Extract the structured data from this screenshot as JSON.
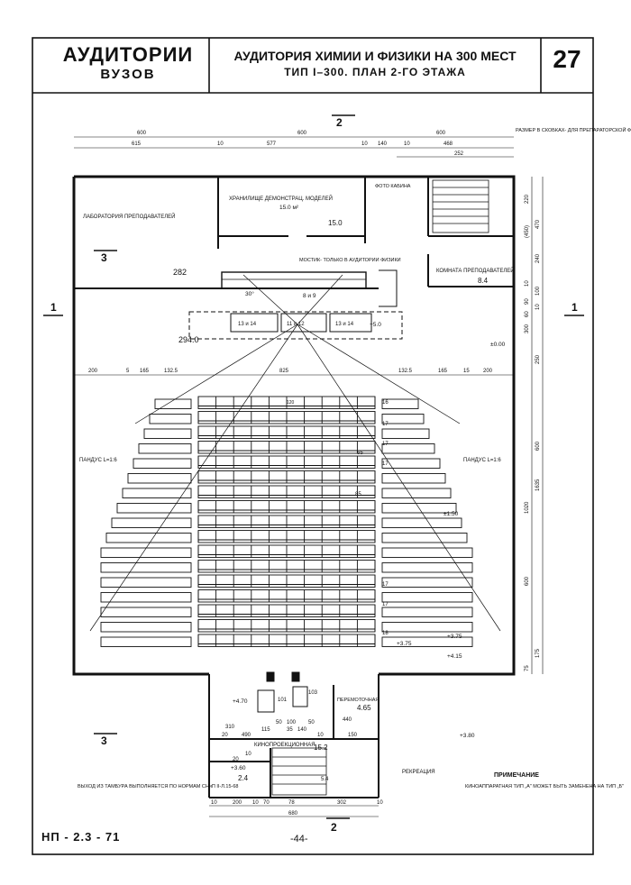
{
  "header": {
    "left_title": "АУДИТОРИИ",
    "left_subtitle": "ВУЗОВ",
    "main_title": "АУДИТОРИЯ ХИМИИ И ФИЗИКИ НА 300 МЕСТ",
    "subtitle": "ТИП I–300.   ПЛАН 2-ГО ЭТАЖА",
    "sheet_number": "27"
  },
  "footer": {
    "code": "НП - 2.3 - 71",
    "page": "-44-"
  },
  "section_marks": {
    "top": "2",
    "bottom": "2",
    "left": "1",
    "right": "1",
    "left_upper": "3",
    "left_lower": "3"
  },
  "top_note": "РАЗМЕР В СКОБКАХ- ДЛЯ ПРЕПАРАТОРСКОЙ ФИЗИ- ЧЕСКОЙ АУДИТОРИИ",
  "dimensions": {
    "top_row1": [
      "600",
      "600",
      "600"
    ],
    "top_row2": [
      "615",
      "10",
      "577",
      "10",
      "140",
      "10",
      "468"
    ],
    "top_row3": [
      "252"
    ],
    "hall_row": [
      "200",
      "5",
      "165",
      "132.5",
      "825",
      "132.5",
      "165",
      "15",
      "200"
    ],
    "right_col": [
      "220",
      "470",
      "(450)",
      "240",
      "10",
      "100",
      "90",
      "10",
      "60",
      "250",
      "300",
      "600",
      "1020",
      "1635",
      "600",
      "175",
      "75"
    ],
    "bottom_row1": [
      "10",
      "200",
      "10",
      "70",
      "78",
      "302",
      "10"
    ],
    "bottom_row2": [
      "680"
    ],
    "booth": [
      "490",
      "10",
      "150",
      "115",
      "35",
      "140",
      "50",
      "100",
      "50",
      "310",
      "440",
      "20",
      "10",
      "20"
    ]
  },
  "rooms": {
    "lab": "ЛАБОРАТОРИЯ ПРЕПОДАВАТЕЛЕЙ",
    "lab_area": "282",
    "storage": "ХРАНИЛИЩЕ ДЕМОНСТРАЦ. МОДЕЛЕЙ",
    "storage_area": "15.0 м²",
    "storage_area2": "15.0",
    "photo": "ФОТО КАБИНА",
    "teachers": "КОМНАТА ПРЕПОДАВАТЕЛЕЙ",
    "teachers_area": "8.4",
    "bridge": "МОСТИК- ТОЛЬКО В АУДИТОРИИ ФИЗИКИ",
    "hall_area": "294.0",
    "projection": "КИНОПРОЕКЦИОННАЯ",
    "projection_area": "15.2",
    "rewind": "ПЕРЕМОТОЧНАЯ",
    "rewind_area": "4.65",
    "small_area": "2.4",
    "stair_area": "5.4",
    "recreation": "РЕКРЕАЦИЯ",
    "ramp_left": "ПАНДУС L=1:6",
    "ramp_right": "ПАНДУС L=1:6"
  },
  "marks": {
    "lvl_000": "±0.00",
    "lvl_150": "±1.50",
    "lvl_375a": "+3.75",
    "lvl_375b": "+3.75",
    "lvl_415": "+4.15",
    "lvl_470": "+4.70",
    "lvl_360": "+3.60",
    "lvl_380": "+3.80",
    "lvl_50": "+5.0",
    "angle": "30°",
    "demo_table": "8 и 9",
    "t1": "13 и 14",
    "t2": "11 и 12",
    "t3": "13 и 14",
    "box": "120",
    "row_16": "16",
    "row_17a": "17",
    "row_17b": "17",
    "row_17c": "17",
    "row_17d": "17",
    "row_17e": "17",
    "row_18": "18",
    "seat_55": "55",
    "seat_85": "85",
    "proj_101": "101",
    "proj_103": "103"
  },
  "notes": {
    "exit": "ВЫХОД ИЗ ТАМБУРА ВЫПОЛНЯЕТСЯ ПО НОРМАМ СНиП II-Л.15-68",
    "remark_title": "ПРИМЕЧАНИЕ",
    "remark_text": "КИНОАППАРАТНАЯ ТИП „А\" МОЖЕТ БЫТЬ ЗАМЕНЕНА НА ТИП „Б\""
  }
}
